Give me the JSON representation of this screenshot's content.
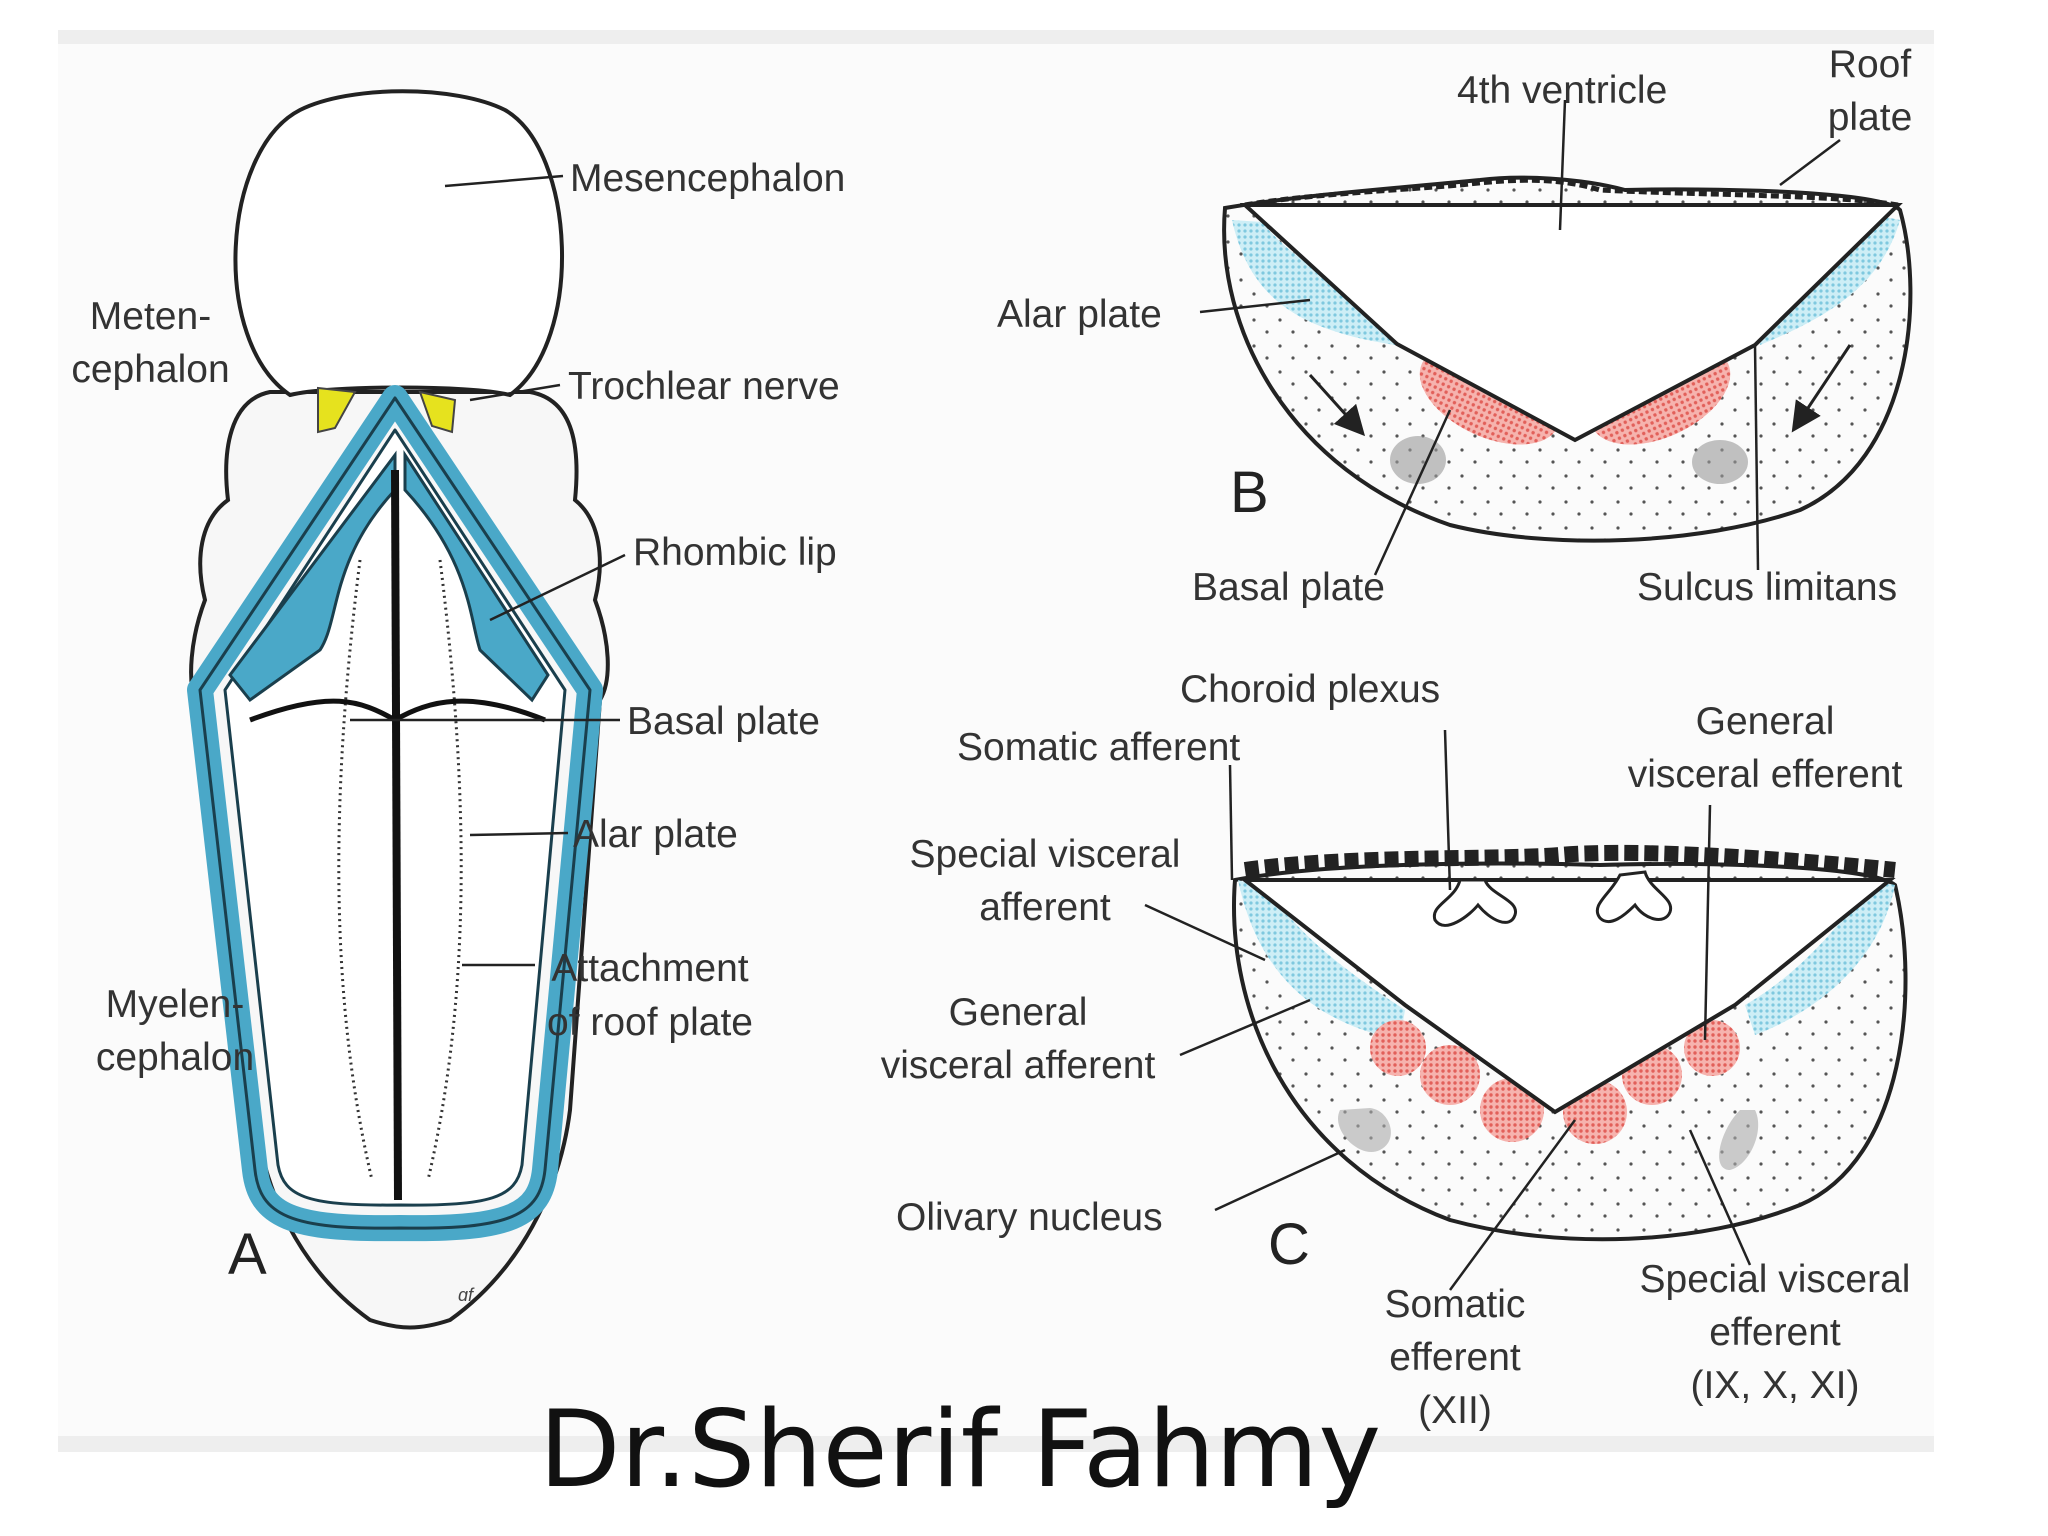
{
  "panel_a": {
    "letter": "A",
    "labels": {
      "mesencephalon": "Mesencephalon",
      "metencephalon_1": "Meten-",
      "metencephalon_2": "cephalon",
      "trochlear_nerve": "Trochlear nerve",
      "rhombic_lip": "Rhombic lip",
      "basal_plate": "Basal plate",
      "alar_plate": "Alar plate",
      "attachment_1": "Attachment",
      "attachment_2": "of roof plate",
      "myelencephalon_1": "Myelen-",
      "myelencephalon_2": "cephalon"
    },
    "artist_mark": "ɑf"
  },
  "panel_b": {
    "letter": "B",
    "labels": {
      "fourth_ventricle": "4th ventricle",
      "roof_plate_1": "Roof",
      "roof_plate_2": "plate",
      "alar_plate": "Alar plate",
      "basal_plate": "Basal plate",
      "sulcus_limitans": "Sulcus limitans"
    }
  },
  "panel_c": {
    "letter": "C",
    "labels": {
      "choroid_plexus": "Choroid plexus",
      "somatic_afferent": "Somatic afferent",
      "general_visceral_efferent_1": "General",
      "general_visceral_efferent_2": "visceral efferent",
      "special_visceral_afferent_1": "Special visceral",
      "special_visceral_afferent_2": "afferent",
      "general_visceral_afferent_1": "General",
      "general_visceral_afferent_2": "visceral afferent",
      "olivary_nucleus": "Olivary nucleus",
      "somatic_efferent_1": "Somatic",
      "somatic_efferent_2": "efferent",
      "somatic_efferent_3": "(XII)",
      "special_visceral_efferent_1": "Special visceral",
      "special_visceral_efferent_2": "efferent",
      "special_visceral_efferent_3": "(IX, X, XI)"
    }
  },
  "footer": "Dr.Sherif Fahmy",
  "colors": {
    "alar_blue": "#a9dcea",
    "basal_red": "#ef8a84",
    "lip_blue": "#4aa8c8",
    "trochlear_yellow": "#e6e21e",
    "outline": "#222222"
  }
}
